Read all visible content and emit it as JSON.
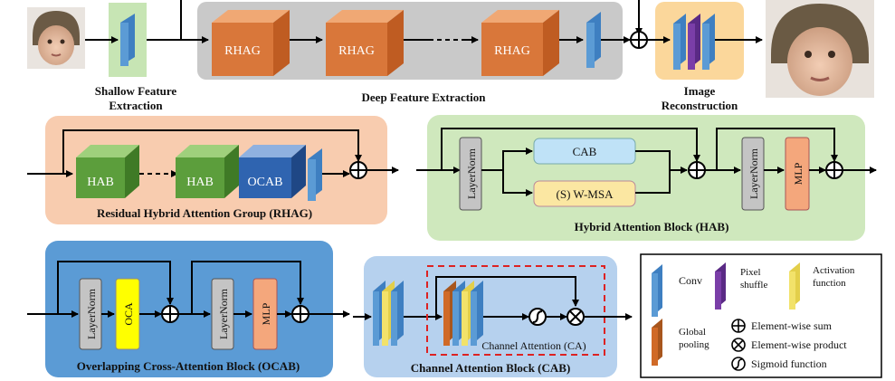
{
  "top": {
    "shallow_label_1": "Shallow Feature",
    "shallow_label_2": "Extraction",
    "rhag_1": "RHAG",
    "rhag_2": "RHAG",
    "rhag_3": "RHAG",
    "deep_label": "Deep Feature Extraction",
    "recon_label_1": "Image",
    "recon_label_2": "Reconstruction"
  },
  "rhag_panel": {
    "hab_1": "HAB",
    "hab_2": "HAB",
    "ocab": "OCAB",
    "title": "Residual Hybrid Attention Group (RHAG)"
  },
  "hab_panel": {
    "layernorm_1": "LayerNorm",
    "cab": "CAB",
    "wmsa": "(S) W-MSA",
    "layernorm_2": "LayerNorm",
    "mlp": "MLP",
    "title": "Hybrid Attention Block (HAB)"
  },
  "ocab_panel": {
    "layernorm_1": "LayerNorm",
    "oca": "OCA",
    "layernorm_2": "LayerNorm",
    "mlp": "MLP",
    "title": "Overlapping Cross-Attention Block (OCAB)"
  },
  "cab_panel": {
    "ca_label": "Channel Attention (CA)",
    "title": "Channel Attention Block (CAB)"
  },
  "legend": {
    "conv": "Conv",
    "pixel_1": "Pixel",
    "pixel_2": "shuffle",
    "act_1": "Activation",
    "act_2": "function",
    "pool_1": "Global",
    "pool_2": "pooling",
    "sum": "Element-wise sum",
    "product": "Element-wise product",
    "sigmoid": "Sigmoid function"
  },
  "colors": {
    "rhag_orange": "#d9773a",
    "hab_green": "#5c9e3c",
    "ocab_blue": "#2f64b0",
    "conv_blue": "#5b9bd5",
    "pixel_purple": "#7a3ea8",
    "act_yellow": "#f2e26a",
    "pool_orange": "#d06a27",
    "oca_yellow": "#ffff00"
  }
}
